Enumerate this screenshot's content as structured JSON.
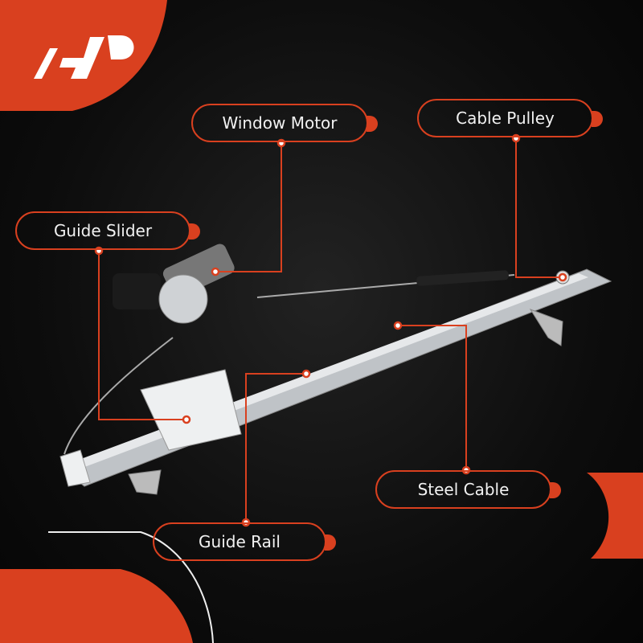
{
  "brand": {
    "logo_text": "A-P",
    "accent_color": "#d9401f"
  },
  "callouts": [
    {
      "label": "Window Motor"
    },
    {
      "label": "Cable Pulley"
    },
    {
      "label": "Guide Slider"
    },
    {
      "label": "Steel Cable"
    },
    {
      "label": "Guide Rail"
    }
  ]
}
